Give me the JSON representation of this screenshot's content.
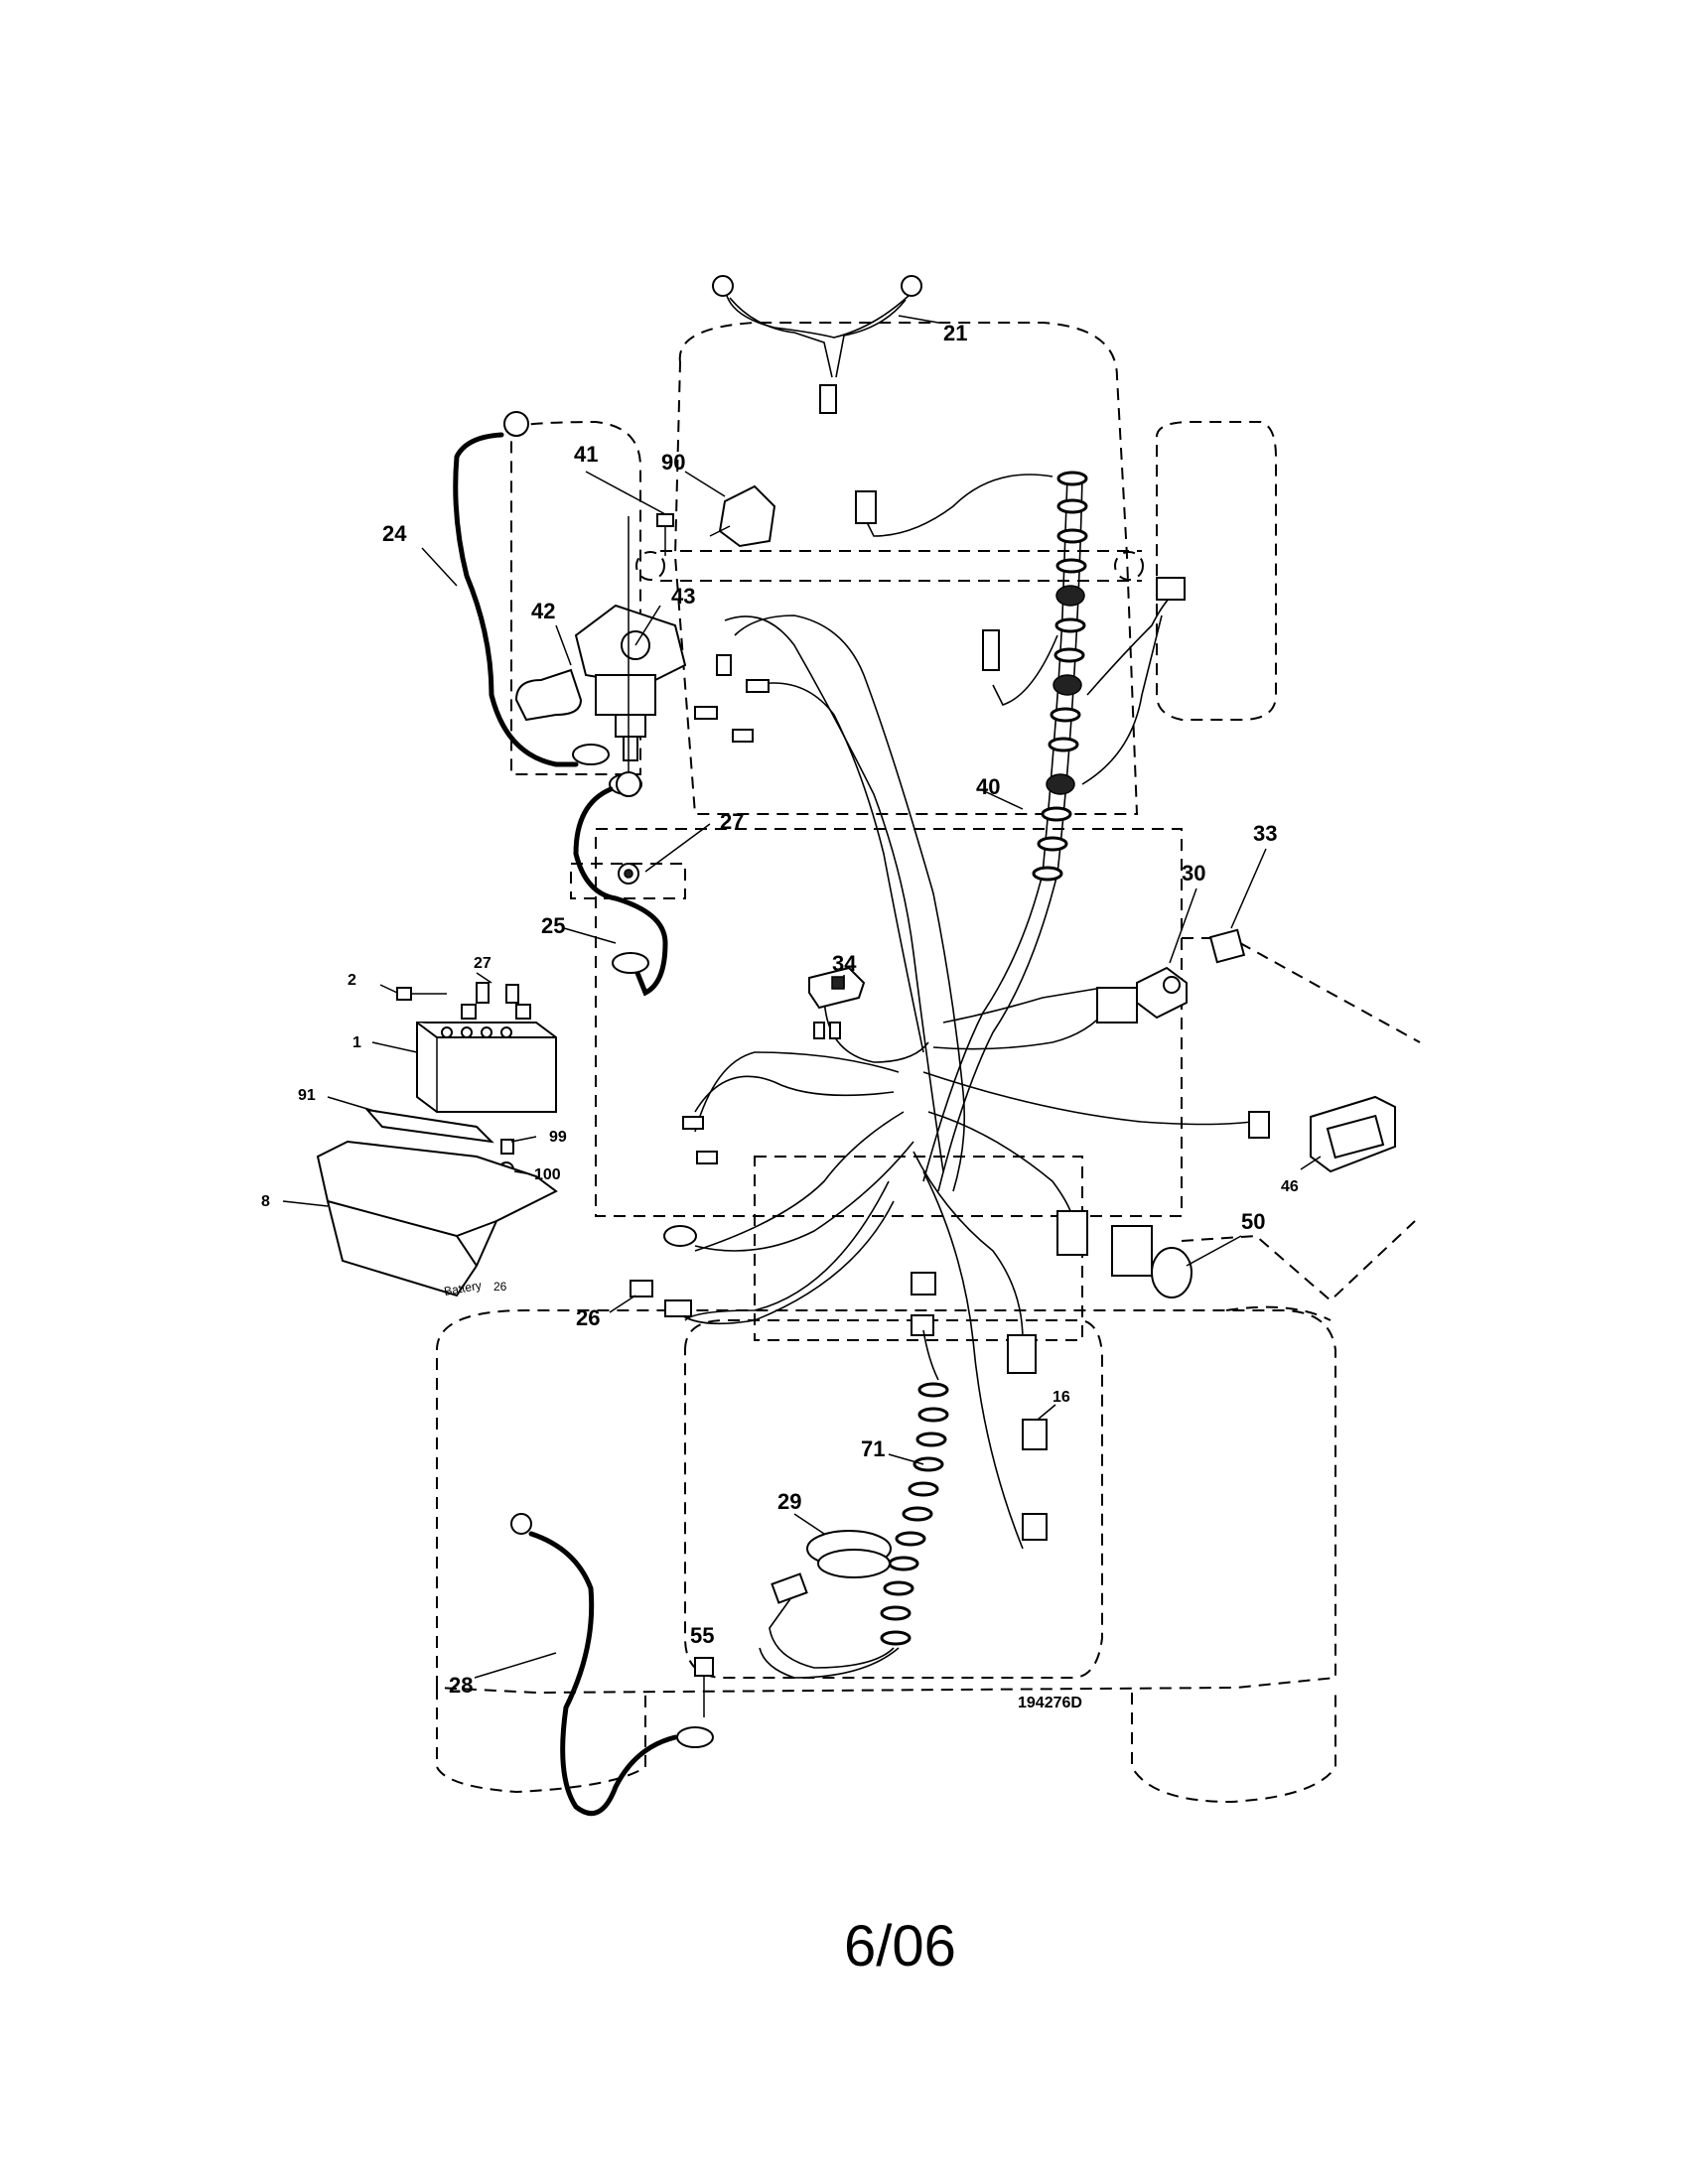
{
  "drawing_number": "194276D",
  "page_date": "6/06",
  "battery_text": "Battery",
  "callouts": {
    "c1": "1",
    "c2": "2",
    "c8": "8",
    "c16": "16",
    "c21": "21",
    "c24": "24",
    "c25": "25",
    "c26": "26",
    "c27a": "27",
    "c27b": "27",
    "c28": "28",
    "c29": "29",
    "c30": "30",
    "c33": "33",
    "c34": "34",
    "c40": "40",
    "c41": "41",
    "c42": "42",
    "c43": "43",
    "c46": "46",
    "c50": "50",
    "c55": "55",
    "c71": "71",
    "c90": "90",
    "c91": "91",
    "c99": "99",
    "c100": "100"
  }
}
